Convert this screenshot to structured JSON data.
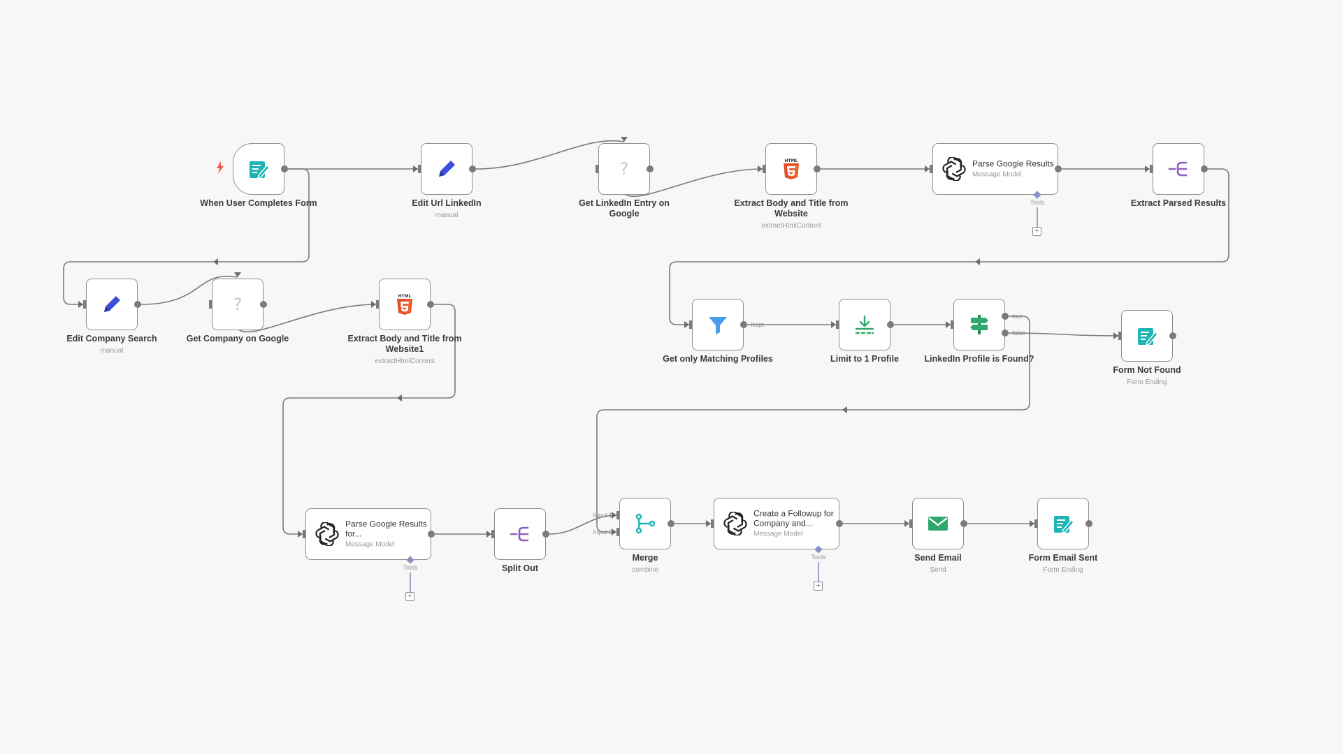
{
  "colors": {
    "background": "#f7f7f7",
    "edge": "#7a7a7a",
    "node_border": "#8e8e8e",
    "form_teal": "#1fb5b5",
    "edit_blue": "#3d4ed8",
    "html_orange": "#e44d26",
    "filter_blue": "#4a9be8",
    "green": "#2ea86b",
    "purple": "#8e5fc0",
    "trigger_bolt": "#ee5a4a"
  },
  "nodes": [
    {
      "id": "n1",
      "name": "When User Completes Form",
      "subtitle": "",
      "icon": "form-icon"
    },
    {
      "id": "n2",
      "name": "Edit Url LinkedIn",
      "subtitle": "manual",
      "icon": "pencil-icon"
    },
    {
      "id": "n3",
      "name": "Get LinkedIn Entry on Google",
      "subtitle": "",
      "icon": "question-icon"
    },
    {
      "id": "n4",
      "name": "Extract Body and Title from Website",
      "subtitle": "extractHtmlContent",
      "icon": "html5-icon"
    },
    {
      "id": "n5",
      "name": "Parse Google Results",
      "subtitle": "Message Model",
      "icon": "openai-icon"
    },
    {
      "id": "n6",
      "name": "Extract Parsed Results",
      "subtitle": "",
      "icon": "split-icon"
    },
    {
      "id": "n7",
      "name": "Edit Company Search",
      "subtitle": "manual",
      "icon": "pencil-icon"
    },
    {
      "id": "n8",
      "name": "Get Company on Google",
      "subtitle": "",
      "icon": "question-icon"
    },
    {
      "id": "n9",
      "name": "Extract Body and Title from Website1",
      "subtitle": "extractHtmlContent",
      "icon": "html5-icon"
    },
    {
      "id": "n10",
      "name": "Get only Matching Profiles",
      "subtitle": "",
      "icon": "filter-icon"
    },
    {
      "id": "n11",
      "name": "Limit to 1 Profile",
      "subtitle": "",
      "icon": "limit-icon"
    },
    {
      "id": "n12",
      "name": "LinkedIn Profile is Found?",
      "subtitle": "",
      "icon": "signpost-icon"
    },
    {
      "id": "n13",
      "name": "Form Not Found",
      "subtitle": "Form Ending",
      "icon": "form-icon"
    },
    {
      "id": "n14",
      "name": "Parse Google Results for...",
      "subtitle": "Message Model",
      "icon": "openai-icon"
    },
    {
      "id": "n15",
      "name": "Split Out",
      "subtitle": "",
      "icon": "split-icon"
    },
    {
      "id": "n16",
      "name": "Merge",
      "subtitle": "combine",
      "icon": "merge-icon"
    },
    {
      "id": "n17",
      "name": "Create a Followup for Company and...",
      "subtitle": "Message Model",
      "icon": "openai-icon"
    },
    {
      "id": "n18",
      "name": "Send Email",
      "subtitle": "Send",
      "icon": "mail-icon"
    },
    {
      "id": "n19",
      "name": "Form Email Sent",
      "subtitle": "Form Ending",
      "icon": "form-icon"
    }
  ],
  "edge_labels": {
    "kept": "Kept",
    "true": "true",
    "false": "false",
    "input1": "Input 1",
    "input2": "Input 2"
  },
  "tools_label": "Tools"
}
